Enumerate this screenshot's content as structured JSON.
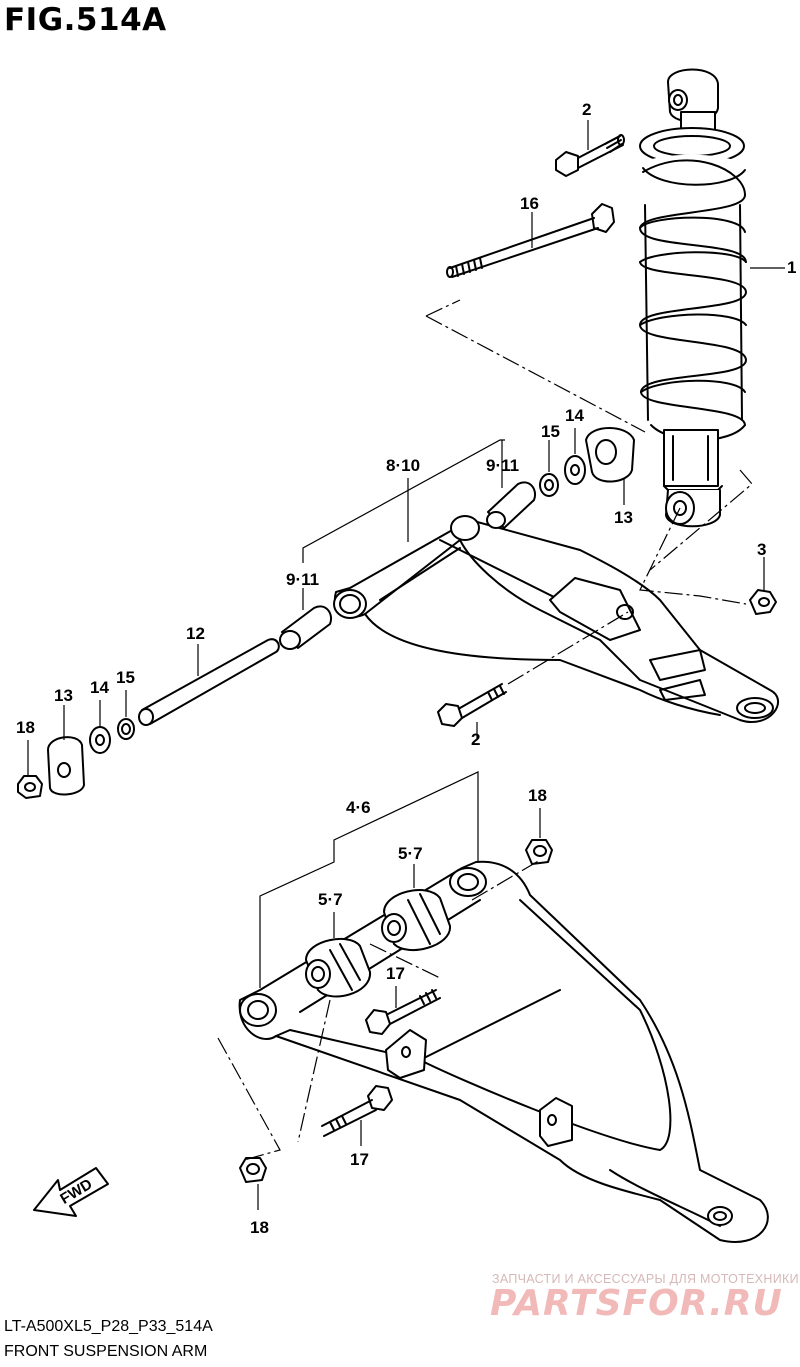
{
  "figure": {
    "title": "FIG.514A",
    "model_code": "LT-A500XL5_P28_P33_514A",
    "caption": "FRONT SUSPENSION ARM"
  },
  "callouts": {
    "c1": "1",
    "c2_top": "2",
    "c2_mid": "2",
    "c3": "3",
    "c4_6": "4·6",
    "c5_7_a": "5·7",
    "c5_7_b": "5·7",
    "c8_10": "8·10",
    "c9_11_a": "9·11",
    "c9_11_b": "9·11",
    "c12": "12",
    "c13_left": "13",
    "c13_right": "13",
    "c14_left": "14",
    "c14_right": "14",
    "c15_left": "15",
    "c15_right": "15",
    "c16": "16",
    "c17_a": "17",
    "c17_b": "17",
    "c18_a": "18",
    "c18_b": "18",
    "c18_c": "18"
  },
  "fwd_badge": {
    "label": "FWD"
  },
  "watermark": {
    "tagline": "ЗАПЧАСТИ И АКСЕССУАРЫ ДЛЯ МОТОТЕХНИКИ",
    "logo": "PARTSFOR.RU"
  }
}
